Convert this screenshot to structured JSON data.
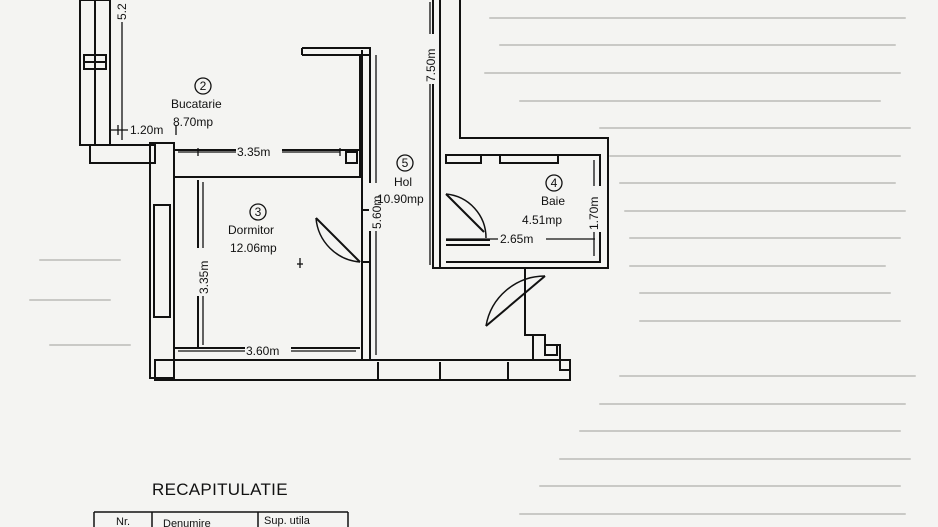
{
  "rooms": [
    {
      "nr": "2",
      "name": "Bucatarie",
      "area": "8.70mp"
    },
    {
      "nr": "3",
      "name": "Dormitor",
      "area": "12.06mp"
    },
    {
      "nr": "5",
      "name": "Hol",
      "area": "10.90mp"
    },
    {
      "nr": "4",
      "name": "Baie",
      "area": "4.51mp"
    }
  ],
  "dimensions": {
    "top_left_vertical": "5.2",
    "kitchen_small": "1.20m",
    "kitchen_width": "3.35m",
    "bedroom_height": "3.35m",
    "bedroom_width": "3.60m",
    "hall_height": "5.60m",
    "hall_upper": "7.50m",
    "bath_width": "2.65m",
    "bath_height": "1.70m"
  },
  "table": {
    "title": "RECAPITULATIE",
    "headers": [
      "Nr.",
      "Denumire",
      "Sup. utila"
    ]
  },
  "colors": {
    "ink": "#111111",
    "paper": "#f4f4f2",
    "ghost_text": "#c9c9c6"
  }
}
